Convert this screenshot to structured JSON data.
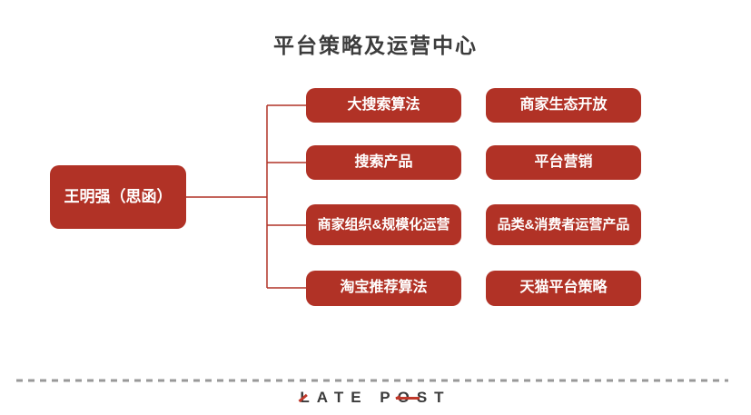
{
  "title": "平台策略及运营中心",
  "org": {
    "root": {
      "label": "王明强（思函）"
    },
    "middle": [
      {
        "label": "大搜索算法"
      },
      {
        "label": "搜索产品"
      },
      {
        "label": "商家组织&规模化运营"
      },
      {
        "label": "淘宝推荐算法"
      }
    ],
    "right": [
      {
        "label": "商家生态开放"
      },
      {
        "label": "平台营销"
      },
      {
        "label": "品类&消费者运营产品"
      },
      {
        "label": "天猫平台策略"
      }
    ]
  },
  "footer": {
    "logo": "LATE POST"
  },
  "colors": {
    "node_red": "#b13226",
    "connector_red": "#b13226",
    "title_text": "#3c3c3c",
    "divider_gray": "#999999",
    "logo_text": "#3a3a3a",
    "logo_accent_red": "#c0392b"
  }
}
